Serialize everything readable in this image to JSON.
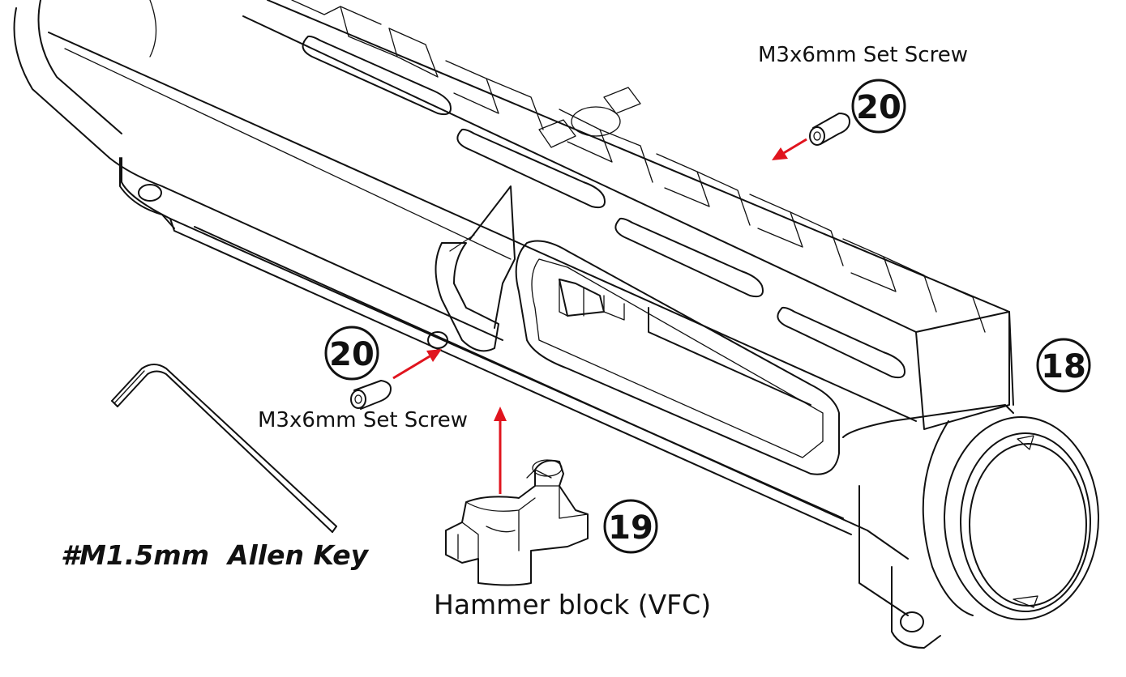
{
  "parts": [
    {
      "id": "part-18",
      "number": "18"
    },
    {
      "id": "part-19",
      "number": "19",
      "name": "Hammer block (VFC)"
    },
    {
      "id": "part-20-top",
      "number": "20",
      "name": "M3x6mm Set Screw"
    },
    {
      "id": "part-20-side",
      "number": "20",
      "name": "M3x6mm Set Screw"
    }
  ],
  "tool": {
    "name": "#M1.5mm  Allen Key"
  },
  "colors": {
    "arrow": "#e0141e",
    "line": "#111111",
    "background": "#ffffff"
  }
}
